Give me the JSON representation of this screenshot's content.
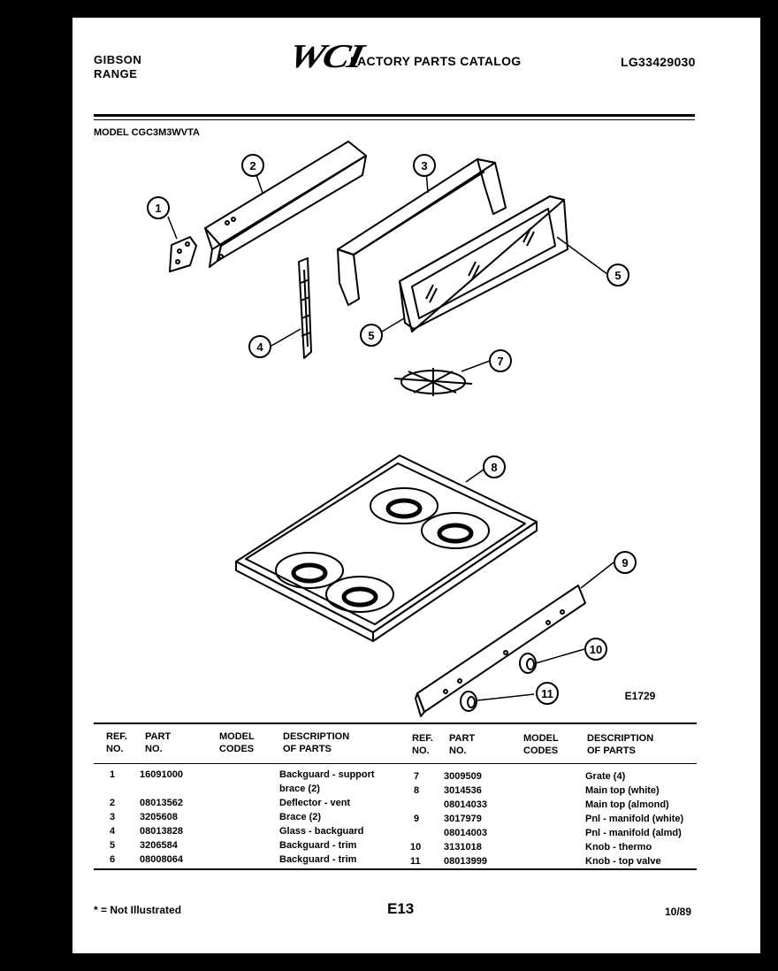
{
  "header": {
    "brand_line1": "GIBSON",
    "brand_line2": "RANGE",
    "logo_text": "WCI",
    "catalog_title": "FACTORY PARTS CATALOG",
    "catalog_number": "LG33429030",
    "model_label": "MODEL CGC3M3WVTA"
  },
  "diagram": {
    "callouts": [
      "1",
      "2",
      "3",
      "4",
      "5",
      "5",
      "7",
      "8",
      "9",
      "10",
      "11"
    ],
    "figure_code": "E1729"
  },
  "table": {
    "headers": {
      "ref": [
        "REF.",
        "NO."
      ],
      "part": [
        "PART",
        "NO."
      ],
      "codes": [
        "MODEL",
        "CODES"
      ],
      "desc": [
        "DESCRIPTION",
        "OF PARTS"
      ]
    },
    "left_rows": [
      {
        "ref": "1",
        "part": "16091000",
        "desc": "Backguard - support"
      },
      {
        "ref": "",
        "part": "",
        "desc": "brace (2)"
      },
      {
        "ref": "2",
        "part": "08013562",
        "desc": "Deflector - vent"
      },
      {
        "ref": "3",
        "part": "3205608",
        "desc": "Brace (2)"
      },
      {
        "ref": "4",
        "part": "08013828",
        "desc": "Glass - backguard"
      },
      {
        "ref": "5",
        "part": "3206584",
        "desc": "Backguard - trim"
      },
      {
        "ref": "6",
        "part": "08008064",
        "desc": "Backguard - trim"
      }
    ],
    "right_rows": [
      {
        "ref": "7",
        "part": "3009509",
        "desc": "Grate (4)"
      },
      {
        "ref": "8",
        "part": "3014536",
        "desc": "Main top (white)"
      },
      {
        "ref": "",
        "part": "08014033",
        "desc": "Main top (almond)"
      },
      {
        "ref": "9",
        "part": "3017979",
        "desc": "Pnl - manifold (white)"
      },
      {
        "ref": "",
        "part": "08014003",
        "desc": "Pnl - manifold (almd)"
      },
      {
        "ref": "10",
        "part": "3131018",
        "desc": "Knob - thermo"
      },
      {
        "ref": "11",
        "part": "08013999",
        "desc": "Knob - top valve"
      }
    ]
  },
  "footer": {
    "note": "* = Not Illustrated",
    "page": "E13",
    "date": "10/89"
  }
}
